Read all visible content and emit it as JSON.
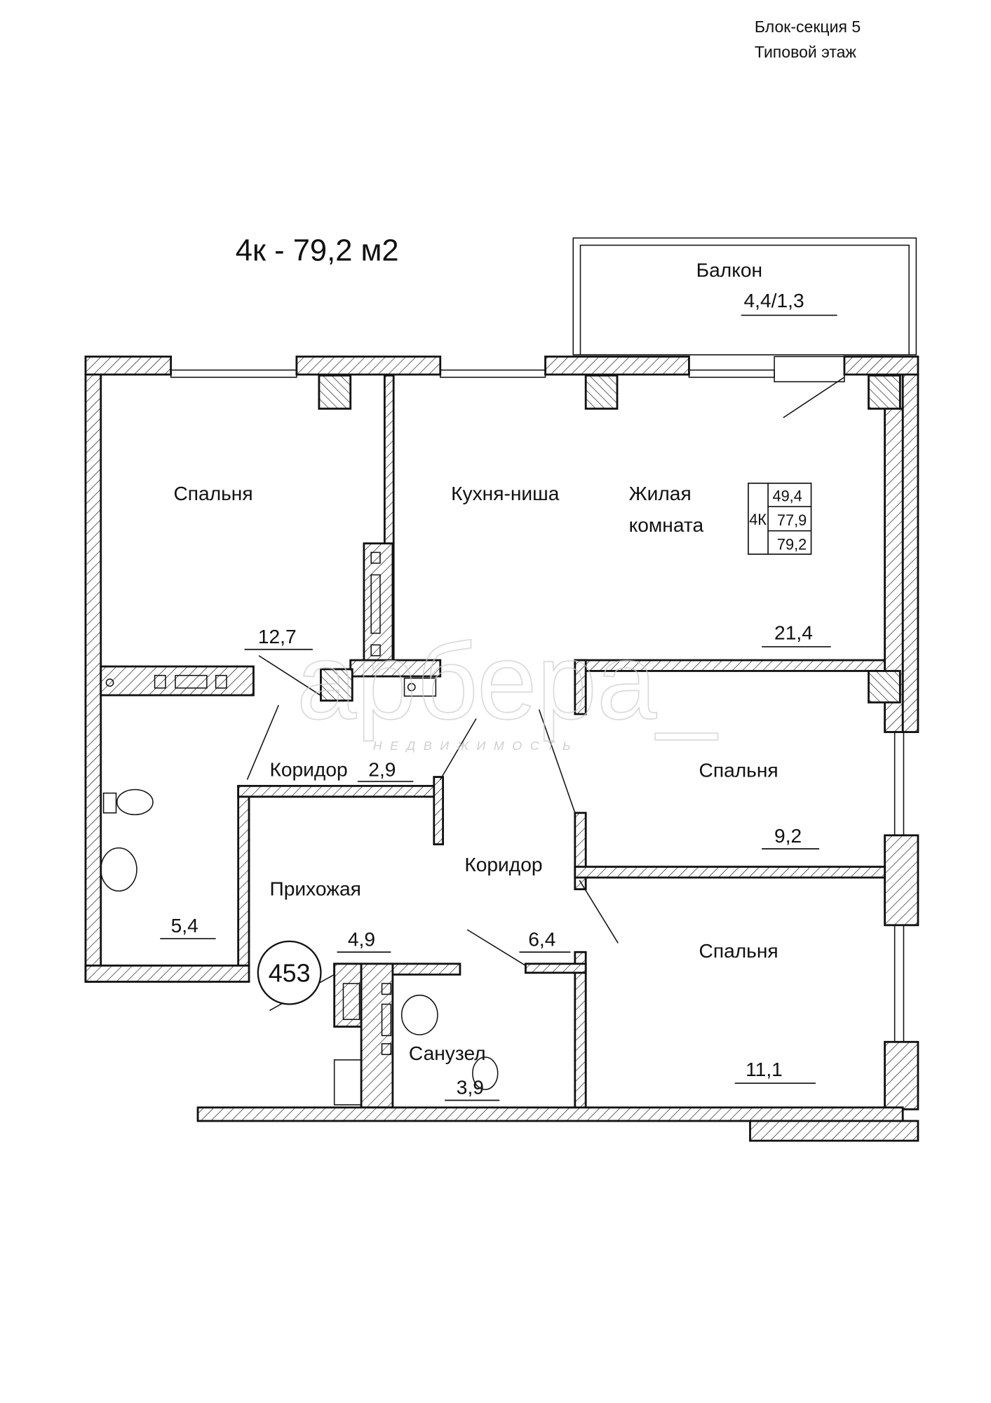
{
  "header": {
    "section": "Блок-секция 5",
    "floor": "Типовой этаж"
  },
  "title": "4к - 79,2 м2",
  "apartment_number": "453",
  "balcony": {
    "label": "Балкон",
    "area": "4,4/1,3"
  },
  "rooms": [
    {
      "name": "Спальня",
      "area": "12,7"
    },
    {
      "name": "Кухня-ниша"
    },
    {
      "name_line1": "Жилая",
      "name_line2": "комната",
      "area": "21,4"
    },
    {
      "name": "Спальня",
      "area": "9,2"
    },
    {
      "name": "Спальня",
      "area": "11,1"
    },
    {
      "name": "Коридор",
      "area": "2,9"
    },
    {
      "name": "Коридор",
      "area": "6,4"
    },
    {
      "name": "Прихожая",
      "area": "4,9"
    },
    {
      "name": "Санузел",
      "area": "3,9"
    },
    {
      "area": "5,4"
    }
  ],
  "summary_table": {
    "type": "4К",
    "living": "49,4",
    "total": "77,9",
    "total_with_balcony": "79,2"
  },
  "watermark": {
    "logo": "арбера_",
    "subtitle": "НЕДВИЖИМОСТЬ"
  }
}
